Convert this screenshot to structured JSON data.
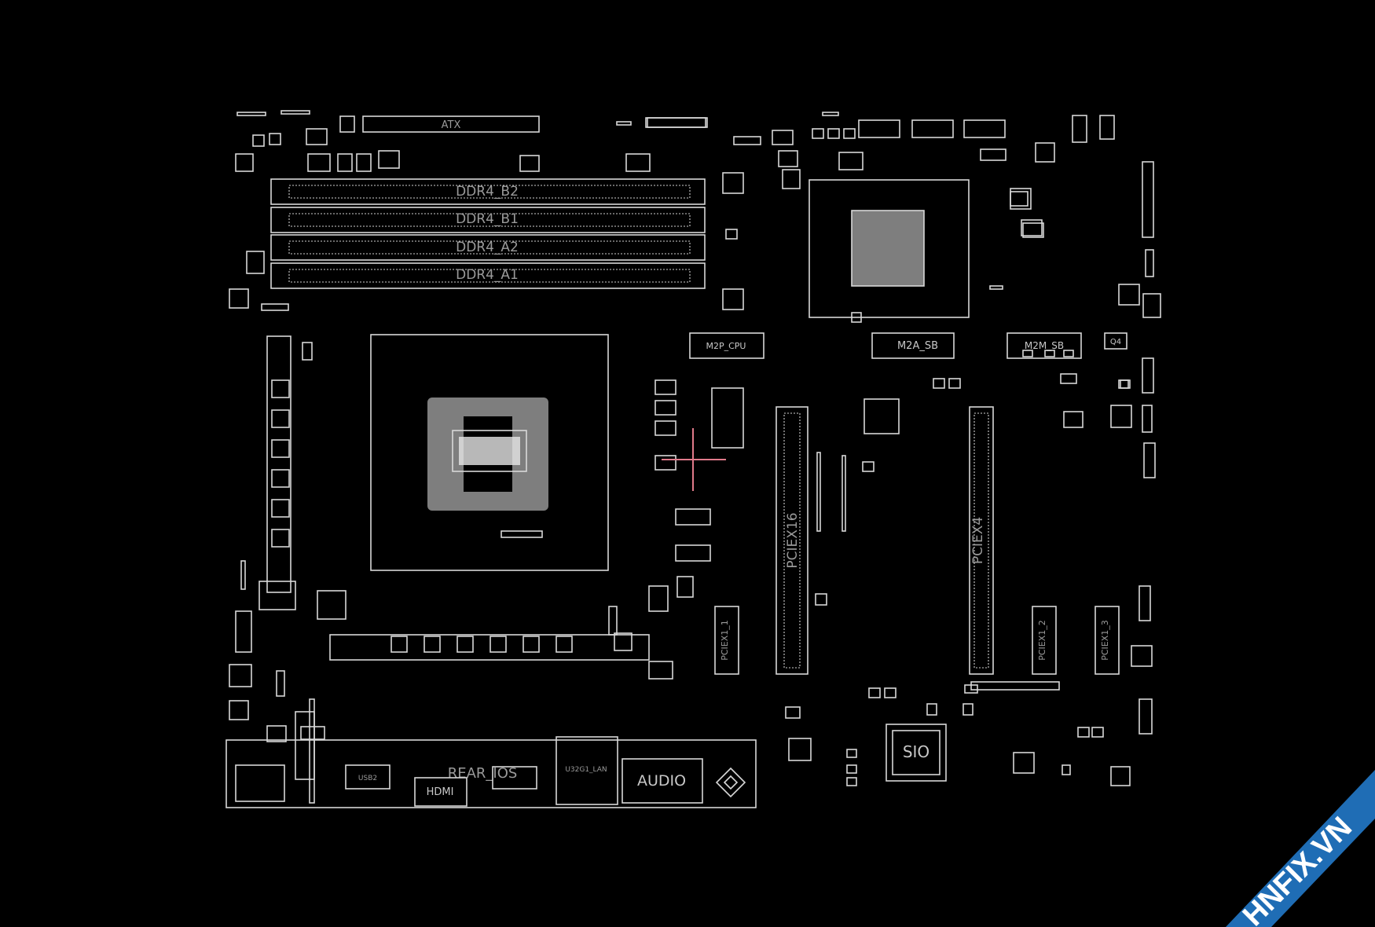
{
  "board": {
    "labels": {
      "atx": "ATX",
      "ddr4_b2": "DDR4_B2",
      "ddr4_b1": "DDR4_B1",
      "ddr4_a2": "DDR4_A2",
      "ddr4_a1": "DDR4_A1",
      "m2p_cpu": "M2P_CPU",
      "m2a_sb": "M2A_SB",
      "m2m_sb": "M2M_SB",
      "q4": "Q4",
      "pciex16": "PCIEX16",
      "pciex4": "PCIEX4",
      "pciex1_1": "PCIEX1_1",
      "pciex1_2": "PCIEX1_2",
      "pciex1_3": "PCIEX1_3",
      "sio": "SIO",
      "audio": "AUDIO",
      "hdmi": "HDMI",
      "rear_ios": "REAR_IOS",
      "usb32_lan": "U32G1_LAN",
      "usb2": "USB2"
    },
    "colors": {
      "background": "#000000",
      "outline": "#d8d8d8",
      "label": "#9a9a9a",
      "cursor": "#e07a8a"
    }
  },
  "watermark": {
    "text": "HNFIX.VN",
    "colors": {
      "band": "#1f6db5",
      "text": "#ffffff",
      "accent": "#e02020"
    }
  }
}
